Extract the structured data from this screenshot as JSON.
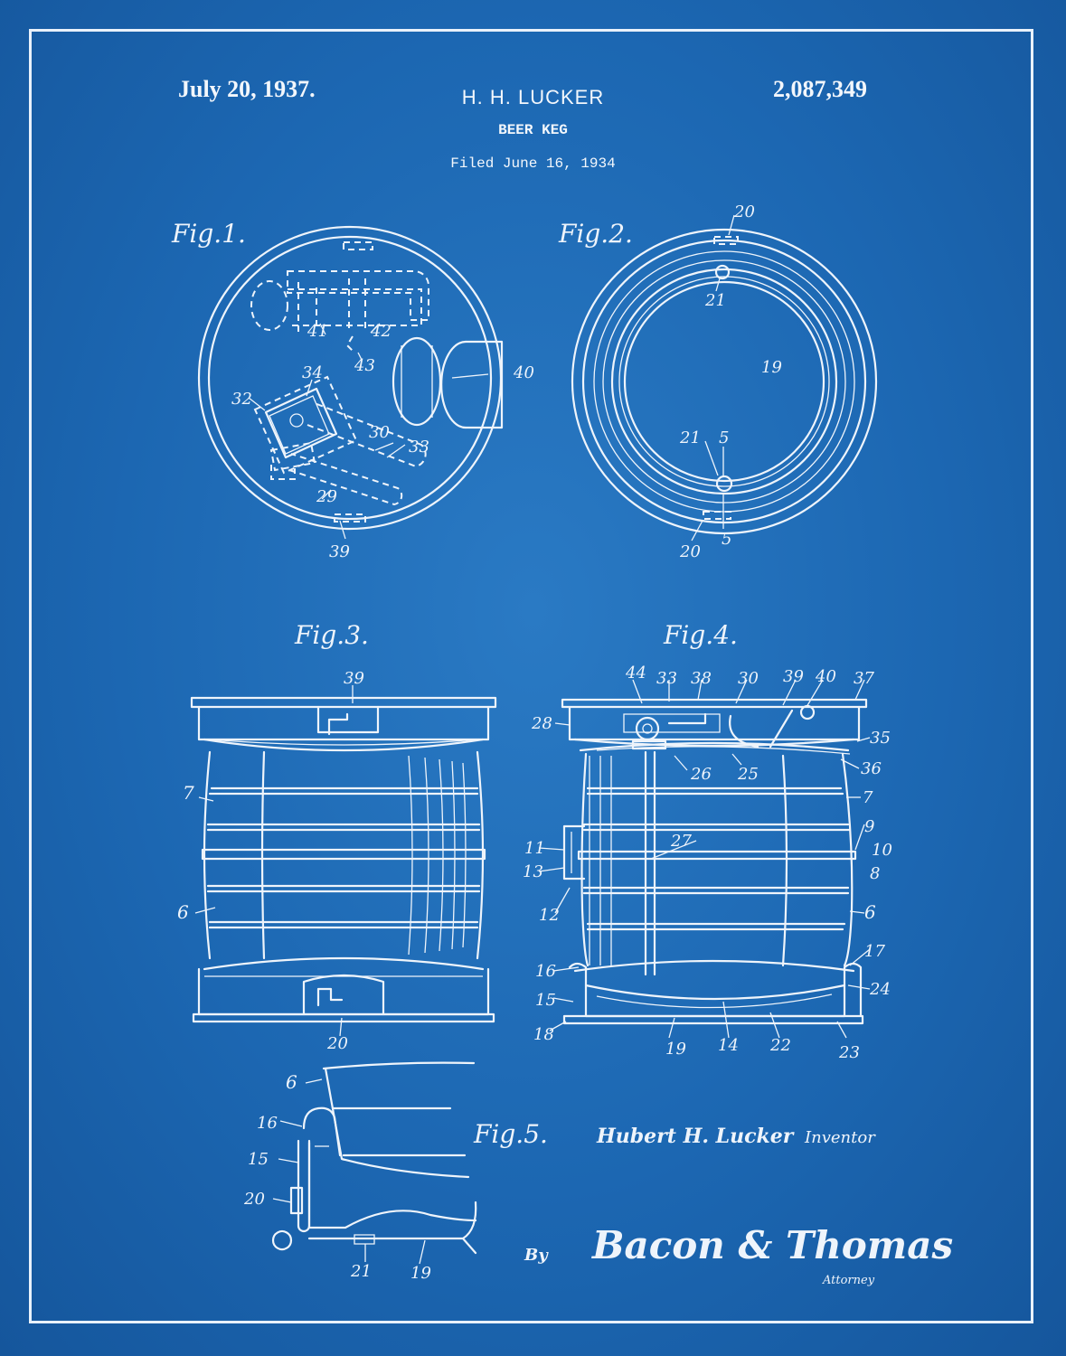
{
  "patent": {
    "date": "July 20, 1937.",
    "inventor": "H. H. LUCKER",
    "title": "BEER KEG",
    "filed": "Filed June 16, 1934",
    "number": "2,087,349"
  },
  "figures": {
    "fig1": {
      "label": "Fig.1.",
      "refs": {
        "r34": "34",
        "r32": "32",
        "r41": "41",
        "r42": "42",
        "r43": "43",
        "r40": "40",
        "r30": "30",
        "r33": "33",
        "r29": "29",
        "r39": "39"
      }
    },
    "fig2": {
      "label": "Fig.2.",
      "refs": {
        "r20a": "20",
        "r21a": "21",
        "r19": "19",
        "r21b": "21",
        "r5a": "5",
        "r5b": "5",
        "r20b": "20"
      }
    },
    "fig3": {
      "label": "Fig.3.",
      "refs": {
        "r39": "39",
        "r7": "7",
        "r6": "6",
        "r20": "20"
      }
    },
    "fig4": {
      "label": "Fig.4.",
      "refs": {
        "r44": "44",
        "r33": "33",
        "r38": "38",
        "r30": "30",
        "r39": "39",
        "r40": "40",
        "r37": "37",
        "r28": "28",
        "r35": "35",
        "r26": "26",
        "r25": "25",
        "r36": "36",
        "r7": "7",
        "r9": "9",
        "r27": "27",
        "r11": "11",
        "r10": "10",
        "r13": "13",
        "r8": "8",
        "r12": "12",
        "r6": "6",
        "r17": "17",
        "r16": "16",
        "r24": "24",
        "r15": "15",
        "r18": "18",
        "r19": "19",
        "r14": "14",
        "r22": "22",
        "r23": "23"
      }
    },
    "fig5": {
      "label": "Fig.5.",
      "refs": {
        "r6": "6",
        "r16": "16",
        "r15": "15",
        "r20": "20",
        "r21": "21",
        "r19": "19"
      }
    }
  },
  "signature": {
    "inventor_sig": "Hubert H. Lucker",
    "inventor_role": "Inventor",
    "by": "By",
    "attorney_sig": "Bacon & Thomas",
    "attorney_role": "Attorney"
  }
}
